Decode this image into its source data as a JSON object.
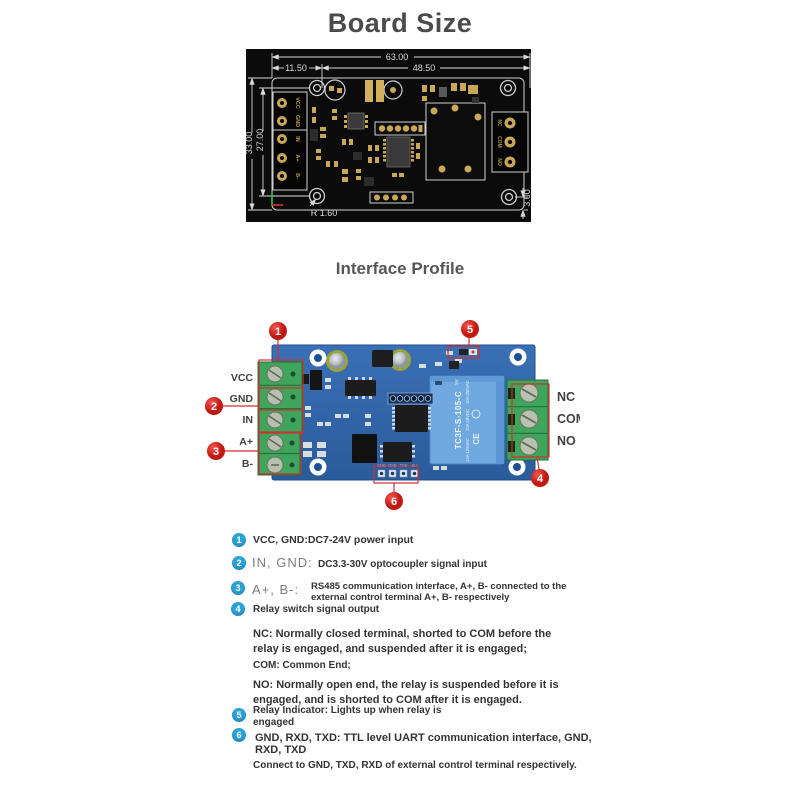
{
  "titles": {
    "board_size": "Board Size",
    "interface_profile": "Interface Profile"
  },
  "board_size": {
    "dim_width_total": "63.00",
    "dim_width_left": "11.50",
    "dim_width_right": "48.50",
    "dim_height_total": "33.00",
    "dim_height_inner": "27.00",
    "dim_offset_bottom": "3.00",
    "dim_corner_radius": "R 1.60",
    "left_connector_labels": [
      "VCC",
      "GND",
      "IN",
      "A+",
      "B-"
    ],
    "right_connector_labels": [
      "NC",
      "COM",
      "NO"
    ]
  },
  "interface": {
    "left_pins": [
      "VCC",
      "GND",
      "IN",
      "A+",
      "B-"
    ],
    "right_pins": [
      "NC",
      "COM",
      "NO"
    ],
    "uart_pins": [
      "GND",
      "RXD",
      "TXD",
      "5V"
    ],
    "relay": {
      "model": "TC3F-S-105-C",
      "coil": "5V",
      "rating1": "12A 125VAC",
      "rating2": "10A 28VDC",
      "rating3": "10A 250VAC",
      "ce_mark": "CE"
    },
    "callouts": {
      "c1": "1",
      "c2": "2",
      "c3": "3",
      "c4": "4",
      "c5": "5",
      "c6": "6"
    }
  },
  "legend": {
    "item1": {
      "num": "1",
      "text": "VCC, GND:DC7-24V power input"
    },
    "item2": {
      "num": "2",
      "term": "IN, GND:",
      "text": "DC3.3-30V optocoupler signal input"
    },
    "item3": {
      "num": "3",
      "term": "A+, B-:",
      "text": "RS485 communication interface, A+, B- connected to the external control terminal A+, B- respectively"
    },
    "item4": {
      "num": "4",
      "text": "Relay switch signal output",
      "nc": "NC: Normally closed terminal, shorted to COM before the relay is engaged, and suspended after it is engaged;",
      "com": "COM: Common End;",
      "no": "NO: Normally open end, the relay is suspended before it is engaged, and is shorted to COM after it is engaged."
    },
    "item5": {
      "num": "5",
      "text": "Relay Indicator: Lights up when relay is engaged"
    },
    "item6": {
      "num": "6",
      "text": "GND, RXD, TXD: TTL level UART communication interface, GND, RXD, TXD",
      "extra": "Connect to GND, TXD, RXD of external control terminal respectively."
    }
  },
  "colors": {
    "callout_red": "#d7251f",
    "legend_blue": "#2aa2d8",
    "board_blue": "#2e5f9f",
    "relay_blue": "#6fa9e0",
    "terminal_green": "#3fa45c",
    "pad_gold": "#caa757"
  }
}
